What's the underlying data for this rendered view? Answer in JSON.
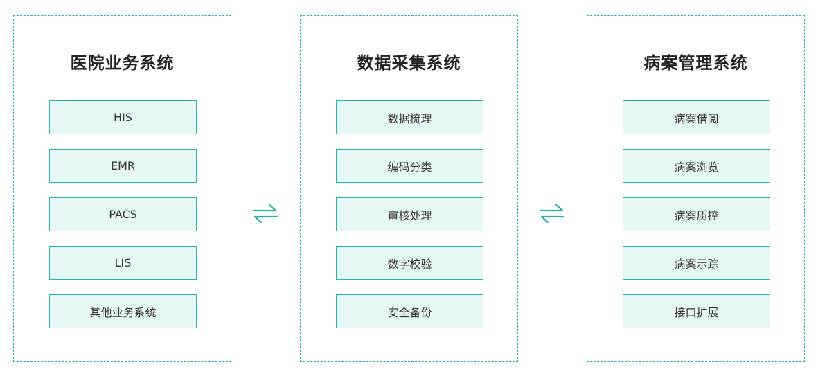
{
  "colors": {
    "accent": "#21b3a6",
    "item_fill": "#e6f8f4",
    "title_text": "#222222",
    "item_text": "#333333"
  },
  "panels": [
    {
      "title": "医院业务系统",
      "items": [
        "HIS",
        "EMR",
        "PACS",
        "LIS",
        "其他业务系统"
      ]
    },
    {
      "title": "数据采集系统",
      "items": [
        "数据梳理",
        "编码分类",
        "审核处理",
        "数字校验",
        "安全备份"
      ]
    },
    {
      "title": "病案管理系统",
      "items": [
        "病案借阅",
        "病案浏览",
        "病案质控",
        "病案示踪",
        "接口扩展"
      ]
    }
  ],
  "connectors": [
    {
      "icon": "bidirectional-arrow-icon"
    },
    {
      "icon": "bidirectional-arrow-icon"
    }
  ]
}
